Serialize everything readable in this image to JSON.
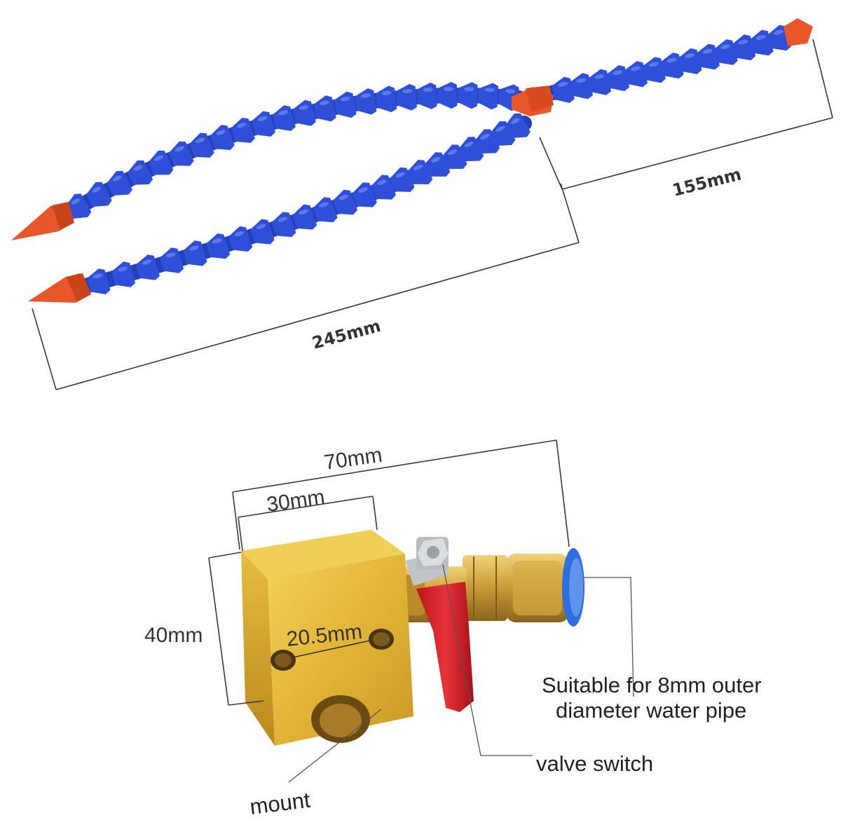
{
  "dimensions": {
    "long_hose": "245mm",
    "short_hose": "155mm",
    "total_length": "70mm",
    "block_width": "30mm",
    "block_height": "40mm",
    "hole_spacing": "20.5mm"
  },
  "callouts": {
    "pipe_line1": "Suitable for 8mm outer",
    "pipe_line2": "diameter water pipe",
    "valve": "valve switch",
    "mount": "mount"
  },
  "colors": {
    "hose_blue": "#2f4fd8",
    "nozzle_orange": "#e8562a",
    "brass": "#e2b93a",
    "valve_red": "#d8232a",
    "fitting_blue": "#2d6ee0"
  }
}
